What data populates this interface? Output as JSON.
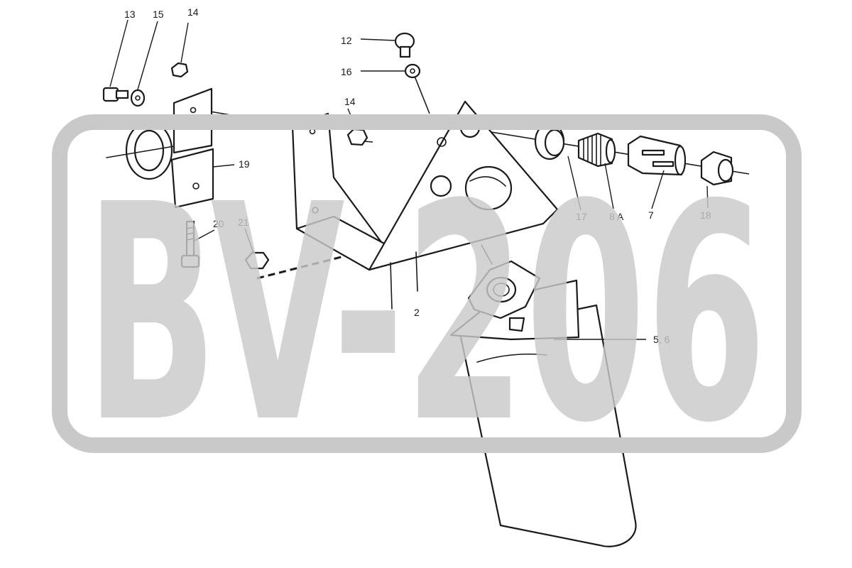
{
  "watermark": {
    "text": "BV-206",
    "color": "#c9c9c9"
  },
  "callouts": {
    "c13": "13",
    "c15": "15",
    "c14_top": "14",
    "c12": "12",
    "c16": "16",
    "c14_mid": "14",
    "c19": "19",
    "c20": "20",
    "c21": "21",
    "c2": "2",
    "c17": "17",
    "c8a": "8 A",
    "c7": "7",
    "c18": "18",
    "c56": "5,  6"
  },
  "parts": [
    {
      "id": "2",
      "icon": "bracket-icon"
    },
    {
      "id": "5, 6",
      "icon": "filter-canister-icon"
    },
    {
      "id": "7",
      "icon": "slotted-sleeve-icon"
    },
    {
      "id": "8 A",
      "icon": "threaded-adapter-icon"
    },
    {
      "id": "12",
      "icon": "bolt-icon"
    },
    {
      "id": "13",
      "icon": "bolt-icon"
    },
    {
      "id": "14",
      "icon": "nut-icon"
    },
    {
      "id": "15",
      "icon": "washer-icon"
    },
    {
      "id": "16",
      "icon": "washer-icon"
    },
    {
      "id": "17",
      "icon": "nut-icon"
    },
    {
      "id": "18",
      "icon": "end-cap-icon"
    },
    {
      "id": "19",
      "icon": "clamp-icon"
    },
    {
      "id": "20",
      "icon": "bolt-icon"
    },
    {
      "id": "21",
      "icon": "nut-icon"
    }
  ]
}
